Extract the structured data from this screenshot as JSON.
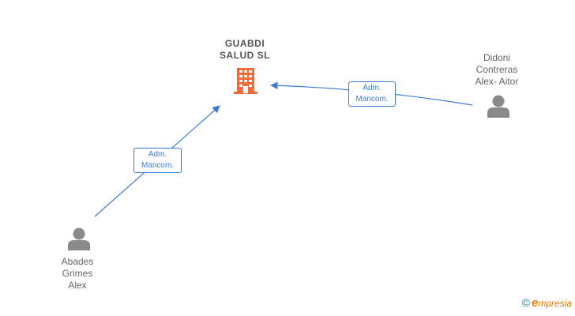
{
  "company": {
    "name_lines": [
      "GUABDI",
      "SALUD  SL"
    ],
    "icon": "building-icon",
    "color": "#f26a3a"
  },
  "people": [
    {
      "id": "abades",
      "name_lines": [
        "Abades",
        "Grimes",
        "Alex"
      ],
      "icon": "person-icon"
    },
    {
      "id": "didoni",
      "name_lines": [
        "Didoni",
        "Contreras",
        "Alex- Aitor"
      ],
      "icon": "person-icon"
    }
  ],
  "edges": [
    {
      "from": "abades",
      "to": "company",
      "label_lines": [
        "Adm.",
        "Mancom."
      ]
    },
    {
      "from": "didoni",
      "to": "company",
      "label_lines": [
        "Adm.",
        "Mancom."
      ]
    }
  ],
  "colors": {
    "edge": "#3b7bd4",
    "person": "#8a8a8a",
    "text": "#666666"
  },
  "brand": {
    "copyright": "©",
    "initial": "e",
    "rest": "mpresia"
  }
}
